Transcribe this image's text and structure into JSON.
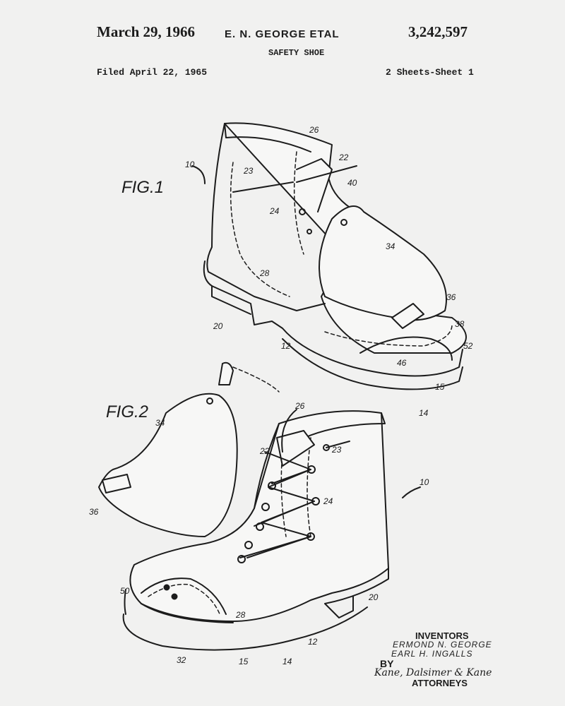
{
  "header": {
    "date": "March 29, 1966",
    "inventor_short": "E. N. GEORGE ETAL",
    "patent_number": "3,242,597",
    "title": "SAFETY SHOE",
    "filed": "Filed April 22, 1965",
    "sheets": "2 Sheets-Sheet 1"
  },
  "figures": {
    "fig1": {
      "label": "FIG.1",
      "refs": {
        "r10": "10",
        "r26": "26",
        "r22": "22",
        "r23": "23",
        "r40": "40",
        "r24": "24",
        "r34": "34",
        "r28": "28",
        "r36": "36",
        "r38": "38",
        "r52": "52",
        "r20": "20",
        "r12": "12",
        "r46": "46",
        "r15": "15",
        "r14": "14"
      }
    },
    "fig2": {
      "label": "FIG.2",
      "refs": {
        "r34": "34",
        "r26": "26",
        "r22": "22",
        "r23": "23",
        "r24": "24",
        "r10": "10",
        "r36": "36",
        "r50": "50",
        "r28": "28",
        "r20": "20",
        "r12": "12",
        "r14": "14",
        "r15": "15",
        "r32": "32"
      }
    }
  },
  "signature_block": {
    "inventors_label": "INVENTORS",
    "inventor_1": "ERMOND N. GEORGE",
    "inventor_2": "EARL H. INGALLS",
    "by_label": "BY",
    "attorney_signature": "Kane, Dalsimer & Kane",
    "attorneys_label": "ATTORNEYS"
  }
}
